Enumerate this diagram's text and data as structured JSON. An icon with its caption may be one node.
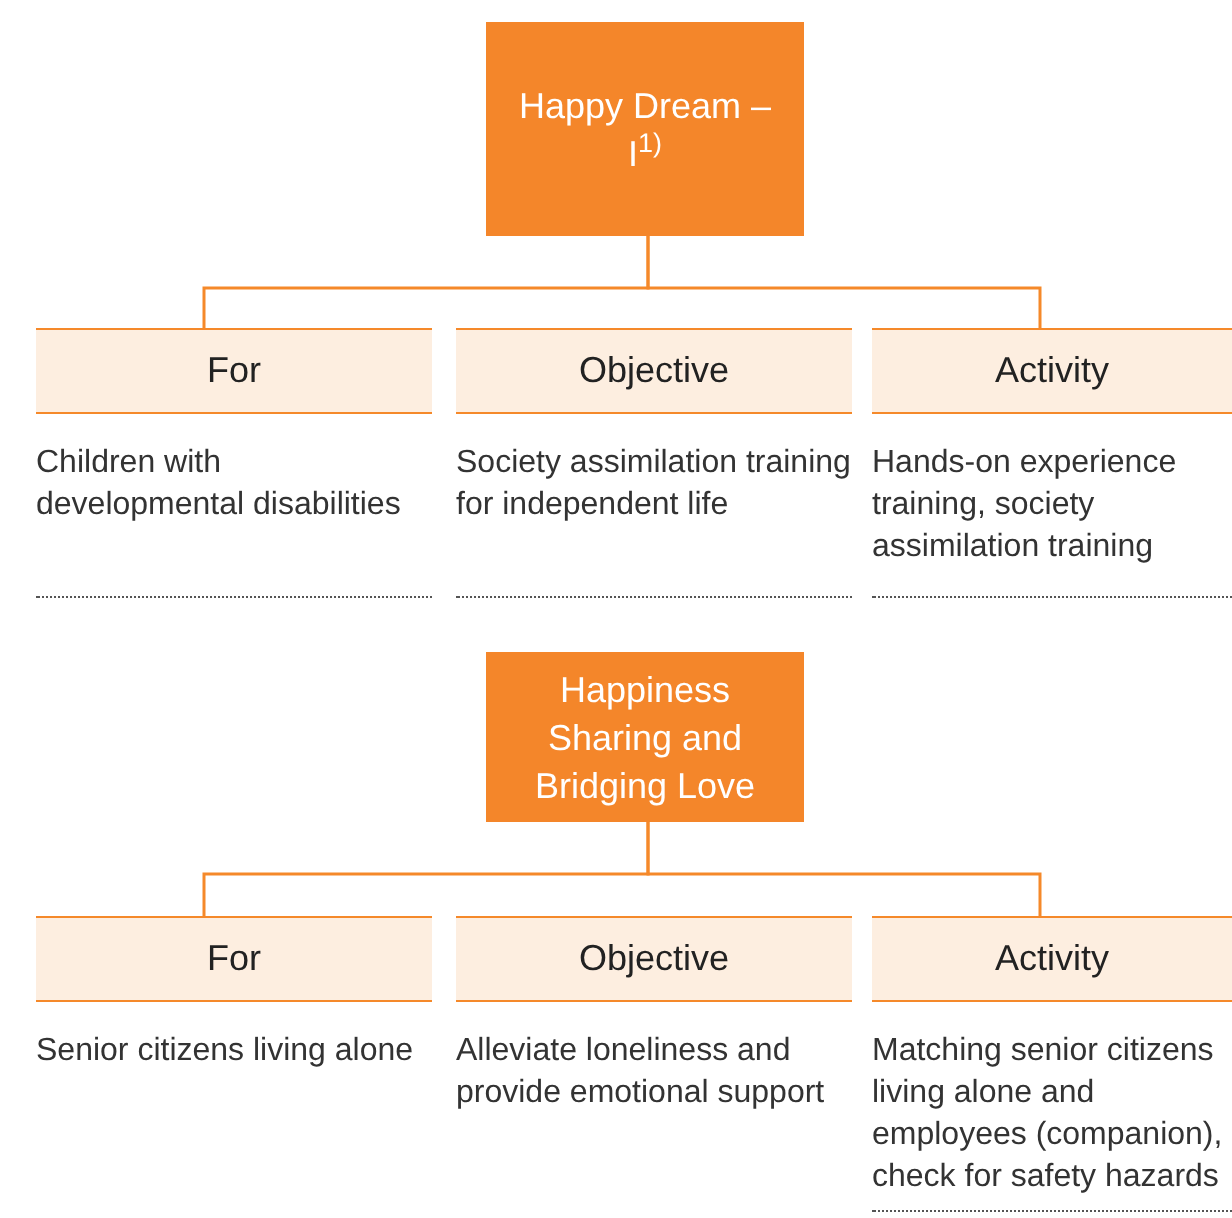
{
  "diagram": {
    "nodes": [
      {
        "text": [
          "Happy Dream –I$^{1)}$"
        ]
      },
      {
        "text": [
          "For"
        ],
        "beside": [
          "Children with developmental disabilities"
        ]
      },
      {
        "text": [
          "Objective"
        ],
        "beside": [
          "Society assimilation training for independent life"
        ]
      },
      {
        "text": [
          "Activity"
        ],
        "beside": [
          "Hands-on experience training, society assimilation training"
        ]
      },
      {
        "text": [
          "Happiness Sharing and Bridging Love"
        ]
      },
      {
        "text": [
          "For"
        ],
        "beside": [
          "Senior citizens living alone"
        ]
      },
      {
        "text": [
          "Objective"
        ],
        "beside": [
          "Alleviate loneliness and provide emotional support"
        ]
      },
      {
        "text": [
          "Activity"
        ],
        "beside": [
          "Matching senior citizens living alone and employees (companion), check for safety hazards"
        ]
      }
    ],
    "edges": [
      {
        "from": 0,
        "to": 1,
        "arrow": "none"
      },
      {
        "from": 0,
        "to": 3,
        "arrow": "none"
      },
      {
        "from": 4,
        "to": 5,
        "arrow": "none"
      },
      {
        "from": 4,
        "to": 7,
        "arrow": "none"
      }
    ]
  }
}
